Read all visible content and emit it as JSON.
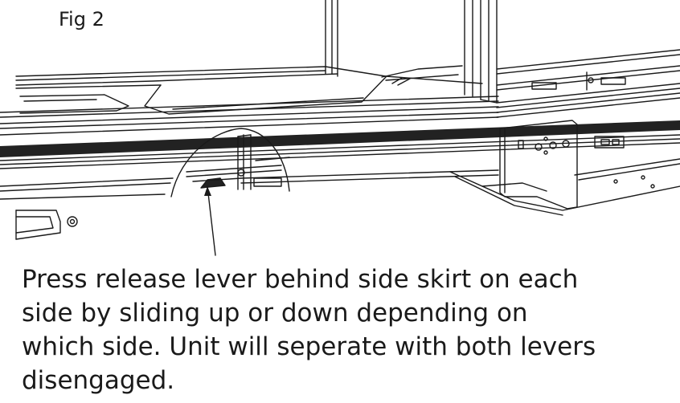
{
  "figure": {
    "label": "Fig 2"
  },
  "caption": {
    "lines": [
      "Press release lever behind side skirt on each",
      "side by sliding up or down depending on",
      "which side. Unit will seperate with both levers",
      "disengaged."
    ]
  },
  "colors": {
    "ink": "#1a1a1a",
    "dark_band": "#222222",
    "background": "#ffffff"
  }
}
